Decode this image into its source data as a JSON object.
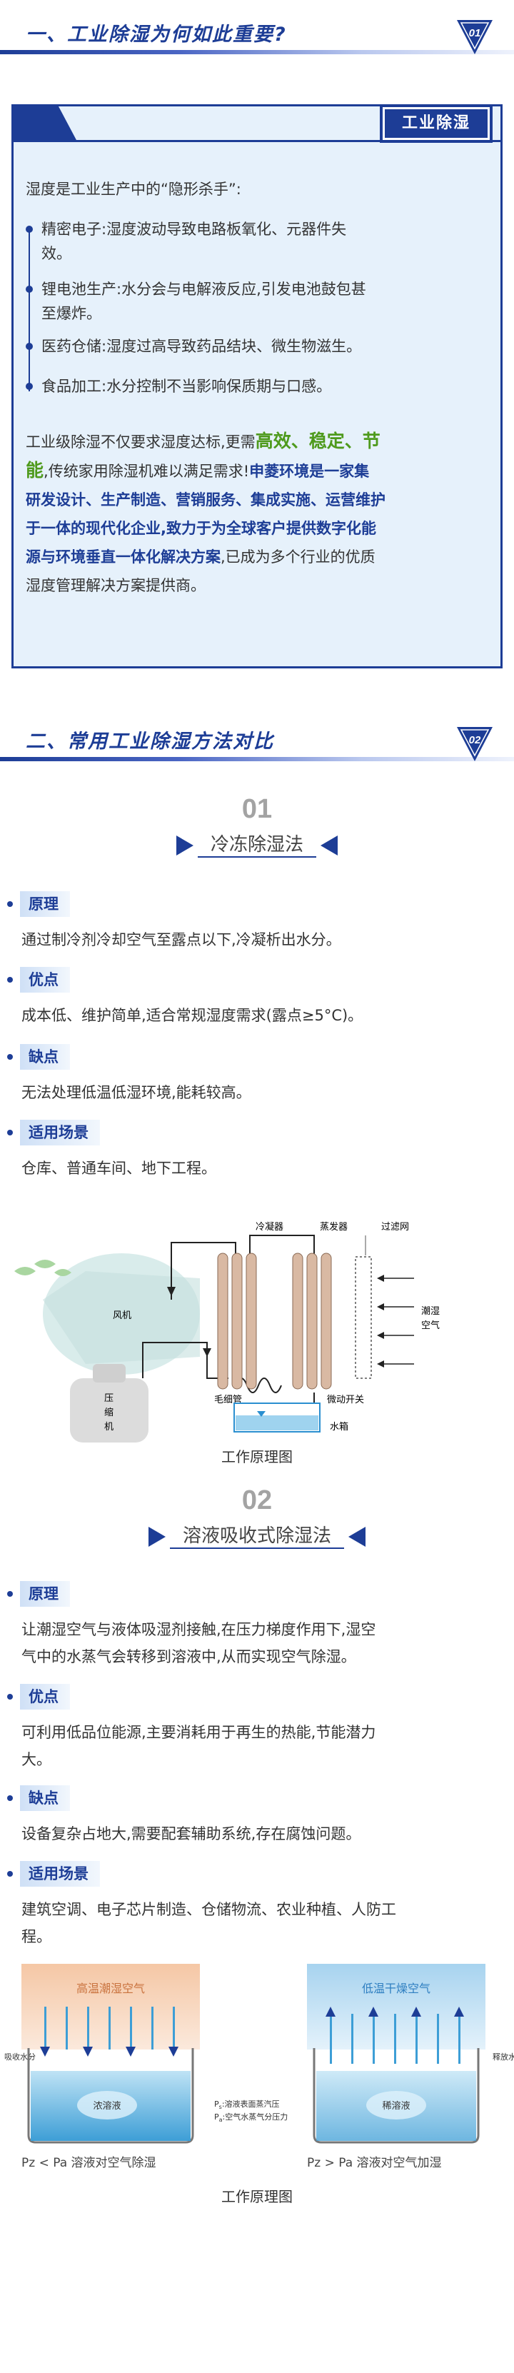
{
  "section1": {
    "title": "一、工业除湿为何如此重要?",
    "badge": "01",
    "tag": "工业除湿",
    "intro": "湿度是工业生产中的“隐形杀手”:",
    "items": [
      {
        "line1": "精密电子:湿度波动导致电路板氧化、元器件失",
        "line2": "效。"
      },
      {
        "line1": "锂电池生产:水分会与电解液反应,引发电池鼓包甚",
        "line2": "至爆炸。"
      },
      {
        "line1": "医药仓储:湿度过高导致药品结块、微生物滋生。",
        "line2": ""
      },
      {
        "line1": "食品加工:水分控制不当影响保质期与口感。",
        "line2": ""
      }
    ],
    "para": {
      "l1a": "工业级除湿不仅要求湿度达标,更需",
      "h1": "高效",
      "s1": "、",
      "h2": "稳定",
      "s2": "、",
      "h3": "节",
      "l2h": "能",
      "l2a": ",传统家用除湿机难以满足需求!",
      "l2b": "申菱环境是一家集",
      "l3": "研发设计、生产制造、营销服务、集成实施、运营维护",
      "l4": "于一体的现代化企业,致力于为全球客户提供数字化能",
      "l5b": "源与环境垂直一体化解决方案",
      "l5a": ",已成为多个行业的优质",
      "l6": "湿度管理解决方案提供商。"
    }
  },
  "section2": {
    "title": "二、常用工业除湿方法对比",
    "badge": "02"
  },
  "method1": {
    "num": "01",
    "title": "冷冻除湿法",
    "principle_label": "原理",
    "principle": "通过制冷剂冷却空气至露点以下,冷凝析出水分。",
    "pros_label": "优点",
    "pros": "成本低、维护简单,适合常规湿度需求(露点≥5°C)。",
    "cons_label": "缺点",
    "cons": "无法处理低温低湿环境,能耗较高。",
    "scene_label": "适用场景",
    "scene": "仓库、普通车间、地下工程。",
    "diagram": {
      "condenser": "冷凝器",
      "evaporator": "蒸发器",
      "filter": "过滤网",
      "fan": "风机",
      "humid_air_1": "潮湿",
      "humid_air_2": "空气",
      "capillary": "毛细管",
      "micro_switch": "微动开关",
      "compressor_1": "压",
      "compressor_2": "缩",
      "compressor_3": "机",
      "tank": "水箱"
    },
    "caption": "工作原理图"
  },
  "method2": {
    "num": "02",
    "title": "溶液吸收式除湿法",
    "principle_label": "原理",
    "principle_l1": "让潮湿空气与液体吸湿剂接触,在压力梯度作用下,湿空",
    "principle_l2": "气中的水蒸气会转移到溶液中,从而实现空气除湿。",
    "pros_label": "优点",
    "pros_l1": "可利用低品位能源,主要消耗用于再生的热能,节能潜力",
    "pros_l2": "大。",
    "cons_label": "缺点",
    "cons": "设备复杂占地大,需要配套辅助系统,存在腐蚀问题。",
    "scene_label": "适用场景",
    "scene_l1": "建筑空调、电子芯片制造、仓储物流、农业种植、人防工",
    "scene_l2": "程。",
    "diagram": {
      "left_air": "高温潮湿空气",
      "left_side": "吸收水分",
      "left_solution": "浓溶液",
      "right_air": "低温干燥空气",
      "right_side": "释放水分",
      "right_solution": "稀溶液",
      "legend_1": "P",
      "legend_1_sub": "s",
      "legend_1_text": ":溶液表面蒸汽压",
      "legend_2": "P",
      "legend_2_sub": "a",
      "legend_2_text": ":空气水蒸气分压力",
      "left_caption": "Pz < Pa  溶液对空气除湿",
      "right_caption": "Pz > Pa  溶液对空气加湿"
    },
    "caption": "工作原理图"
  },
  "colors": {
    "primary": "#1d3d96",
    "card_bg": "#e6f1fb",
    "green": "#4e9a1c"
  }
}
